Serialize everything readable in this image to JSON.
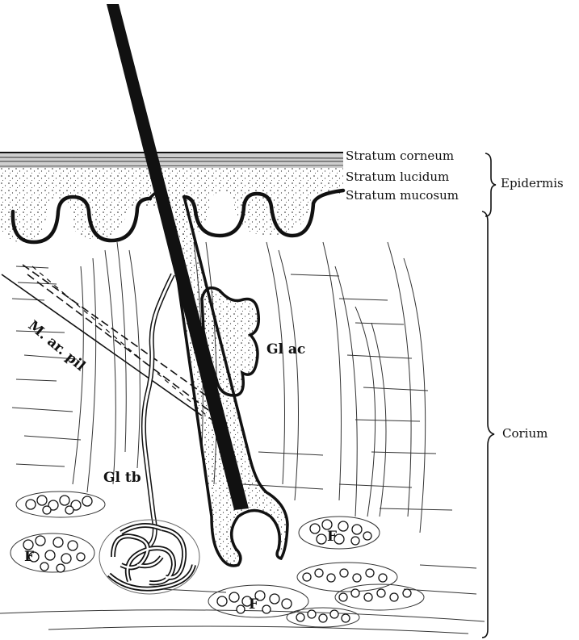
{
  "figure": {
    "labels": {
      "stratum_corneum": "Stratum corneum",
      "stratum_lucidum": "Stratum lucidum",
      "stratum_mucosum": "Stratum mucosum",
      "epidermis": "Epidermis",
      "corium": "Corium",
      "m_ar_pil": "M. ar. pil",
      "gl_ac": "Gl ac",
      "gl_tb": "Gl tb",
      "fat_left": "F",
      "fat_right": "F",
      "fat_bottom": "F"
    }
  },
  "colors": {
    "ink": "#111111",
    "paper": "#ffffff"
  }
}
